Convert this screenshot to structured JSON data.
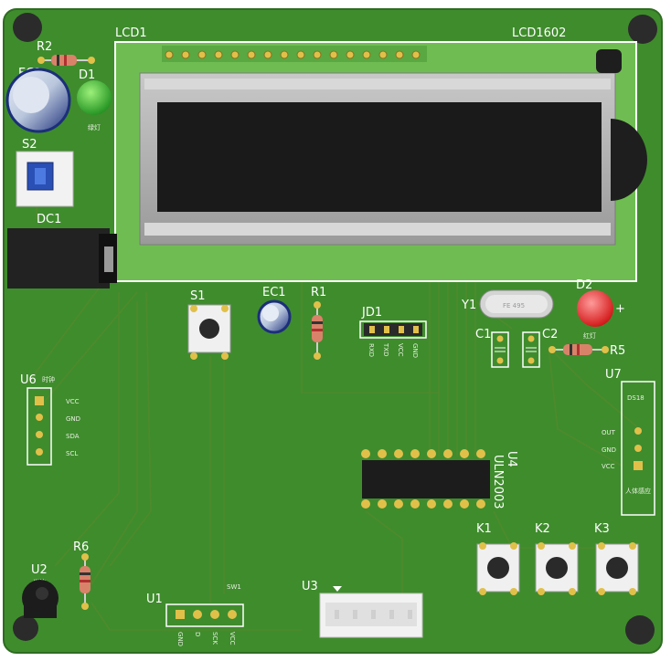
{
  "board": {
    "pcb_color": "#3f8c2d",
    "silk_color": "#ffffff",
    "trace_color": "#4f8a2c",
    "pad_color": "#e1c04a"
  },
  "lcd": {
    "designator": "LCD1",
    "part": "LCD1602"
  },
  "components": {
    "r2": "R2",
    "ec2": "EC2",
    "d1": "D1",
    "d1_note": "绿灯",
    "s2": "S2",
    "dc1": "DC1",
    "s1": "S1",
    "ec1": "EC1",
    "r1": "R1",
    "jd1": "JD1",
    "jd1_pins": [
      "RXD",
      "TXD",
      "VCC",
      "GND"
    ],
    "y1": "Y1",
    "y1_marking": "FE 495",
    "d2": "D2",
    "d2_note": "红灯",
    "c1": "C1",
    "c2": "C2",
    "r5": "R5",
    "u6": "U6",
    "u6_note": "时钟",
    "u6_pins": [
      "VCC",
      "GND",
      "SDA",
      "SCL"
    ],
    "u7": "U7",
    "u7_header": "DS18",
    "u7_pins": [
      "OUT",
      "GND",
      "VCC"
    ],
    "u7_side": "人体感应",
    "u4": "U4",
    "u4_part": "ULN2003",
    "k1": "K1",
    "k2": "K2",
    "k3": "K3",
    "r6": "R6",
    "u2": "U2",
    "u2_note": "光敏",
    "u1": "U1",
    "u1_note": "SW1",
    "u1_pins": [
      "GND",
      "D",
      "SCK",
      "VCC"
    ],
    "u3": "U3"
  }
}
